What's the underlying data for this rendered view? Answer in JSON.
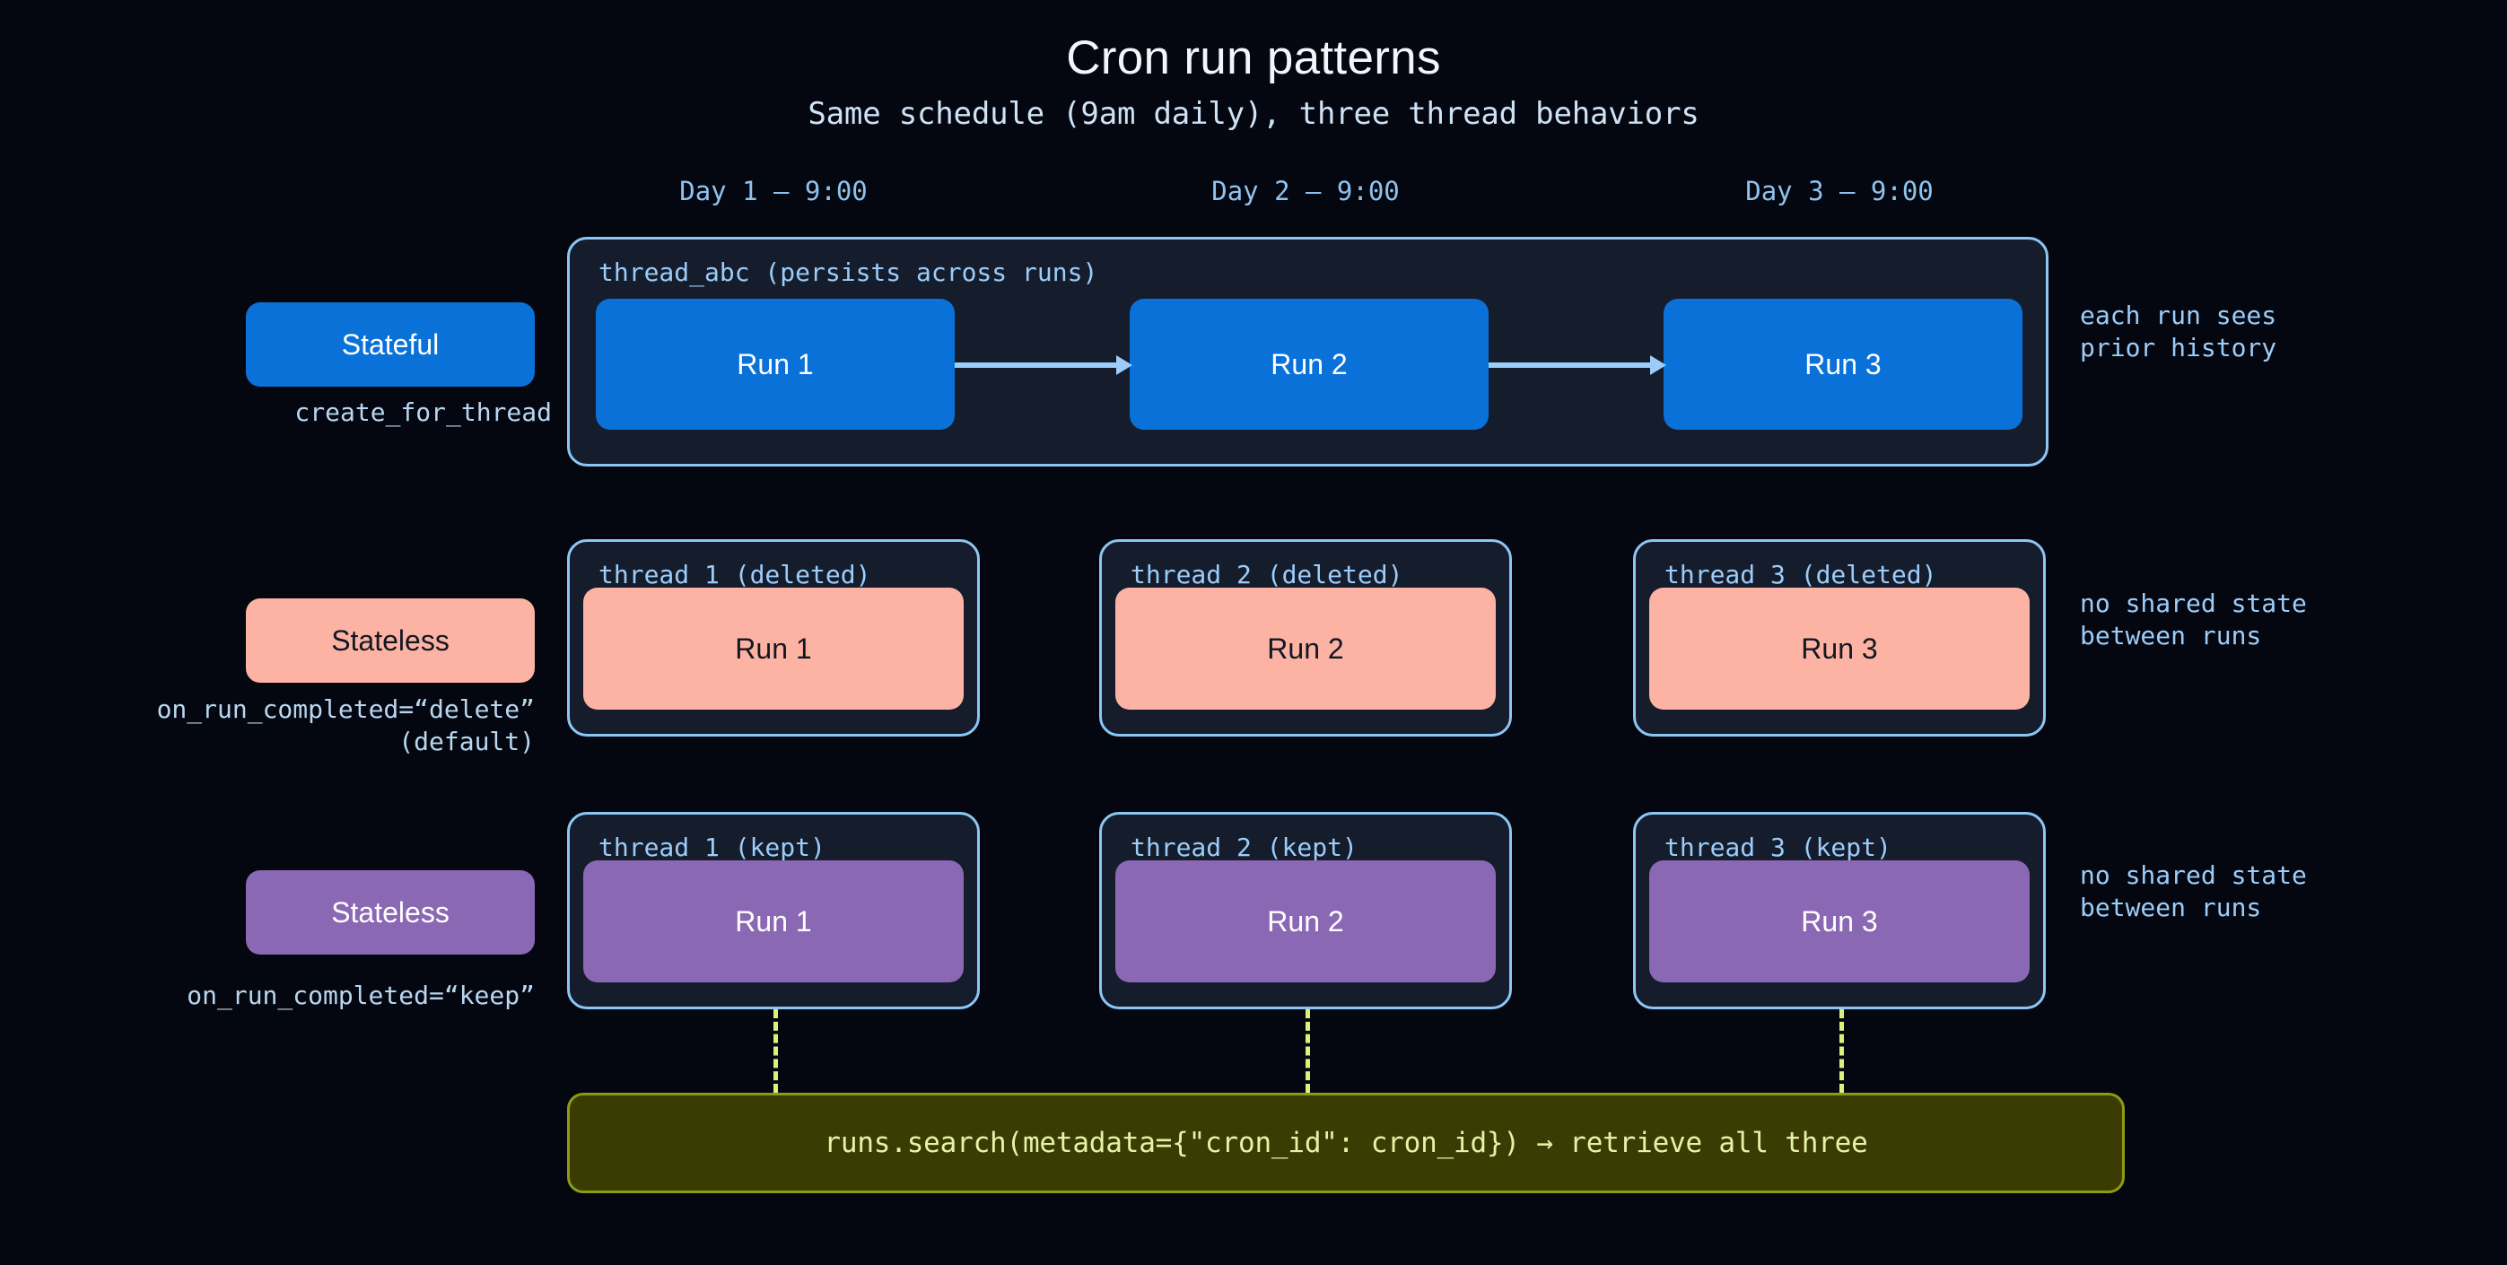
{
  "header": {
    "title": "Cron run patterns",
    "subtitle": "Same schedule (9am daily), three thread behaviors"
  },
  "columns": [
    {
      "day_label": "Day 1 — 9:00"
    },
    {
      "day_label": "Day 2 — 9:00"
    },
    {
      "day_label": "Day 3 — 9:00"
    }
  ],
  "colors": {
    "background": "#04070f",
    "container_fill": "#151c2c",
    "container_border": "#8cc6f5",
    "blue": "#0a71d8",
    "salmon": "#fcb3a3",
    "purple": "#8b68b4",
    "arrow": "#9ccdfa",
    "accent_text": "#9ccdfa",
    "search_fill": "#3a3c03",
    "search_border": "#8c9c12",
    "search_text": "#e6f2a8",
    "dashed": "#dcf07a"
  },
  "rows": [
    {
      "pill_label": "Stateful",
      "pill_caption": "create_for_thread",
      "side_note": "each run sees\nprior history",
      "mode": "single-container",
      "container_label": "thread_abc (persists across runs)",
      "runs": [
        {
          "label": "Run 1"
        },
        {
          "label": "Run 2"
        },
        {
          "label": "Run 3"
        }
      ],
      "arrows": 2
    },
    {
      "pill_label": "Stateless",
      "pill_caption": "on_run_completed=“delete”\n(default)",
      "side_note": "no shared state\nbetween runs",
      "mode": "per-column-containers",
      "containers": [
        {
          "label": "thread_1 (deleted)",
          "run": "Run 1"
        },
        {
          "label": "thread_2 (deleted)",
          "run": "Run 2"
        },
        {
          "label": "thread_3 (deleted)",
          "run": "Run 3"
        }
      ]
    },
    {
      "pill_label": "Stateless",
      "pill_caption": "on_run_completed=“keep”",
      "side_note": "no shared state\nbetween runs",
      "mode": "per-column-containers",
      "containers": [
        {
          "label": "thread_1 (kept)",
          "run": "Run 1"
        },
        {
          "label": "thread_2 (kept)",
          "run": "Run 2"
        },
        {
          "label": "thread_3 (kept)",
          "run": "Run 3"
        }
      ]
    }
  ],
  "search_bar": {
    "text": "runs.search(metadata={\"cron_id\": cron_id}) → retrieve all three"
  }
}
